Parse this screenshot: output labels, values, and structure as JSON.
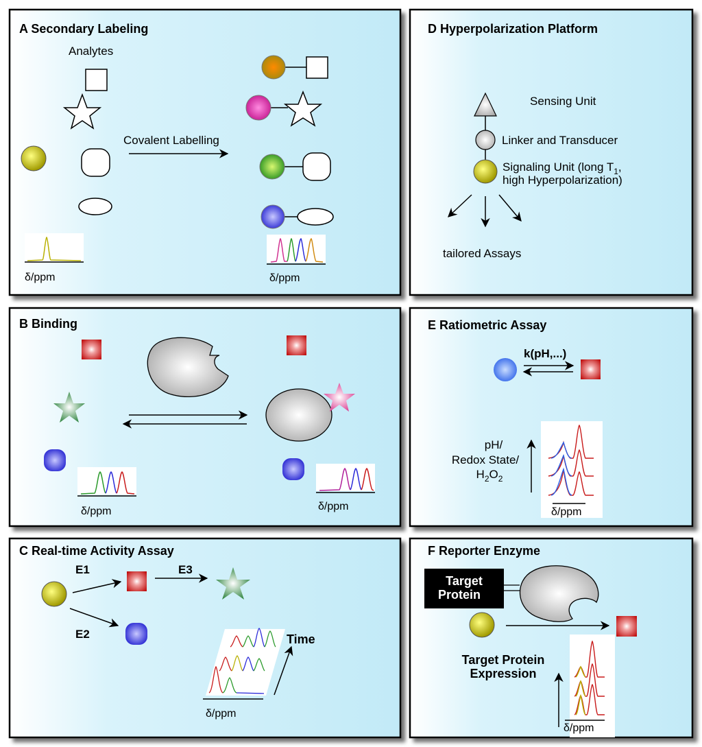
{
  "panels": {
    "a": {
      "title": "A Secondary Labeling",
      "analytes": "Analytes",
      "arrow_label": "Covalent Labelling",
      "axis_left": "δ/ppm",
      "axis_right": "δ/ppm"
    },
    "b": {
      "title": "B Binding",
      "axis_left": "δ/ppm",
      "axis_right": "δ/ppm"
    },
    "c": {
      "title": "C Real-time Activity Assay",
      "e1": "E1",
      "e2": "E2",
      "e3": "E3",
      "time": "Time",
      "axis": "δ/ppm"
    },
    "d": {
      "title": "D Hyperpolarization Platform",
      "sensing": "Sensing Unit",
      "linker": "Linker and Transducer",
      "signal_line1": "Signaling Unit (long T",
      "signal_sub": "1",
      "signal_end": ",",
      "signal_line2": "high Hyperpolarization)",
      "assays": "tailored Assays"
    },
    "e": {
      "title": "E Ratiometric Assay",
      "rate": "k(pH,...)",
      "cond1": "pH/",
      "cond2": "Redox State/",
      "cond3_a": "H",
      "cond3_s1": "2",
      "cond3_b": "O",
      "cond3_s2": "2",
      "axis": "δ/ppm"
    },
    "f": {
      "title": "F Reporter Enzyme",
      "target_line1": "Target",
      "target_line2": "Protein",
      "expr_line1": "Target Protein",
      "expr_line2": "Expression",
      "axis": "δ/ppm"
    }
  },
  "colors": {
    "panel_bg_start": "#ffffff",
    "panel_bg_end": "#c6ecf8",
    "yellow": "#c9c000",
    "orange": "#d08a10",
    "magenta": "#d0309a",
    "green": "#2a9a2a",
    "blue": "#2a2ad8",
    "red": "#c81a1a"
  }
}
